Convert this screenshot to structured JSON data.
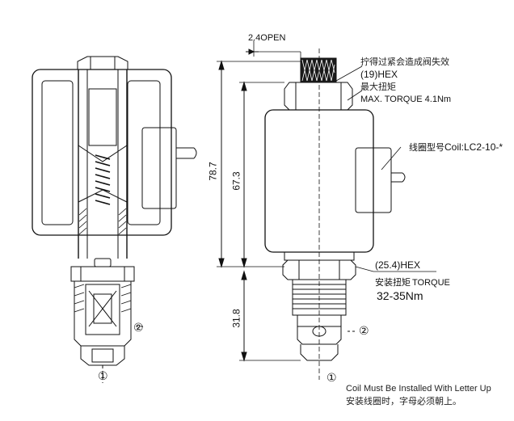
{
  "labels": {
    "open_gap": "2.4OPEN",
    "note_tighten_cn": "拧得过紧会造成阀失效",
    "hex_top": "(19)HEX",
    "max_torque_cn": "最大扭矩",
    "max_torque": "MAX. TORQUE 4.1Nm",
    "coil_model_cn": "线圈型号",
    "coil_model": "Coil:LC2-10-*",
    "hex_bottom": "(25.4)HEX",
    "install_torque_cn": "安装扭矩",
    "install_torque": "TORQUE",
    "install_torque_value": "32-35Nm",
    "dim_total": "78.7",
    "dim_upper": "67.3",
    "dim_lower": "31.8",
    "port1_left": "①",
    "port2_left": "②",
    "port1_right": "①",
    "port2_right": "②",
    "note_en": "Coil Must Be Installed With Letter Up",
    "note_cn": "安装线圈时，字母必须朝上。"
  }
}
